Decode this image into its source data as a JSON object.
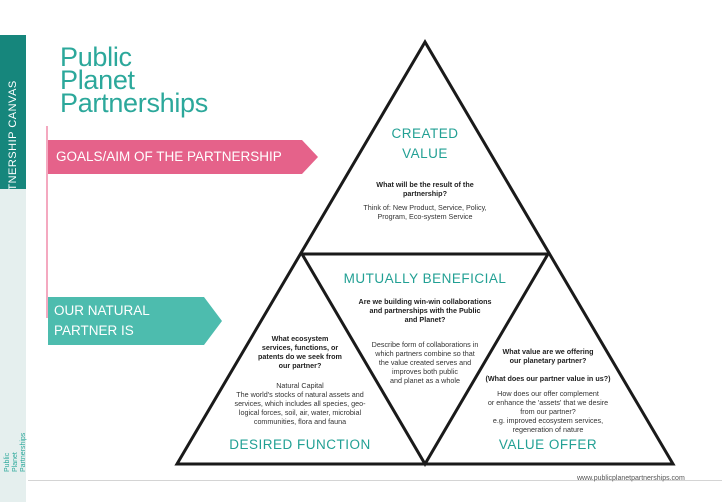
{
  "sidebar": {
    "tab_label": "PARTNERSHIP CANVAS",
    "logo_lines": [
      "Public",
      "Planet",
      "Partnerships"
    ]
  },
  "logo": {
    "line1": "Public",
    "line2": "Planet",
    "line3": "Partnerships"
  },
  "banners": {
    "goals": "GOALS/AIM OF THE PARTNERSHIP",
    "natural_partner_line1": "OUR NATURAL",
    "natural_partner_line2": "PARTNER IS"
  },
  "created_value": {
    "heading_line1": "CREATED",
    "heading_line2": "VALUE",
    "question_line1": "What will be the result of the",
    "question_line2": "partnership?",
    "desc_line1": "Think of: New Product, Service, Policy,",
    "desc_line2": "Program, Eco-system Service"
  },
  "mutually_beneficial": {
    "heading": "MUTUALLY BENEFICIAL",
    "question_line1": "Are we building win-win collaborations",
    "question_line2": "and partnerships with the Public",
    "question_line3": "and Planet?",
    "desc_line1": "Describe form of collaborations in",
    "desc_line2": "which partners combine so that",
    "desc_line3": "the value created serves and",
    "desc_line4": "improves both public",
    "desc_line5": "and planet as a whole"
  },
  "desired_function": {
    "heading": "DESIRED FUNCTION",
    "question_line1": "What ecosystem",
    "question_line2": "services, functions, or",
    "question_line3": "patents do we seek from",
    "question_line4": "our partner?",
    "desc_line1": "Natural Capital",
    "desc_line2": "The world's stocks of natural assets and",
    "desc_line3": "services, which includes all species, geo-",
    "desc_line4": "logical forces, soil, air, water, microbial",
    "desc_line5": "communities, flora and fauna"
  },
  "value_offer": {
    "heading": "VALUE OFFER",
    "question_line1": "What value are we offering",
    "question_line2": "our planetary partner?",
    "question_line3": "(What does our partner value in us?)",
    "desc_line1": "How does our offer complement",
    "desc_line2": "or enhance the 'assets' that we desire",
    "desc_line3": "from our partner?",
    "desc_line4": "e.g. improved ecosystem services,",
    "desc_line5": "regeneration of nature"
  },
  "footer": {
    "url": "www.publicplanetpartnerships.com"
  },
  "colors": {
    "teal_dark": "#16867c",
    "teal": "#2ca89b",
    "pink": "#e5628a",
    "banner_teal": "#4dbcae"
  }
}
